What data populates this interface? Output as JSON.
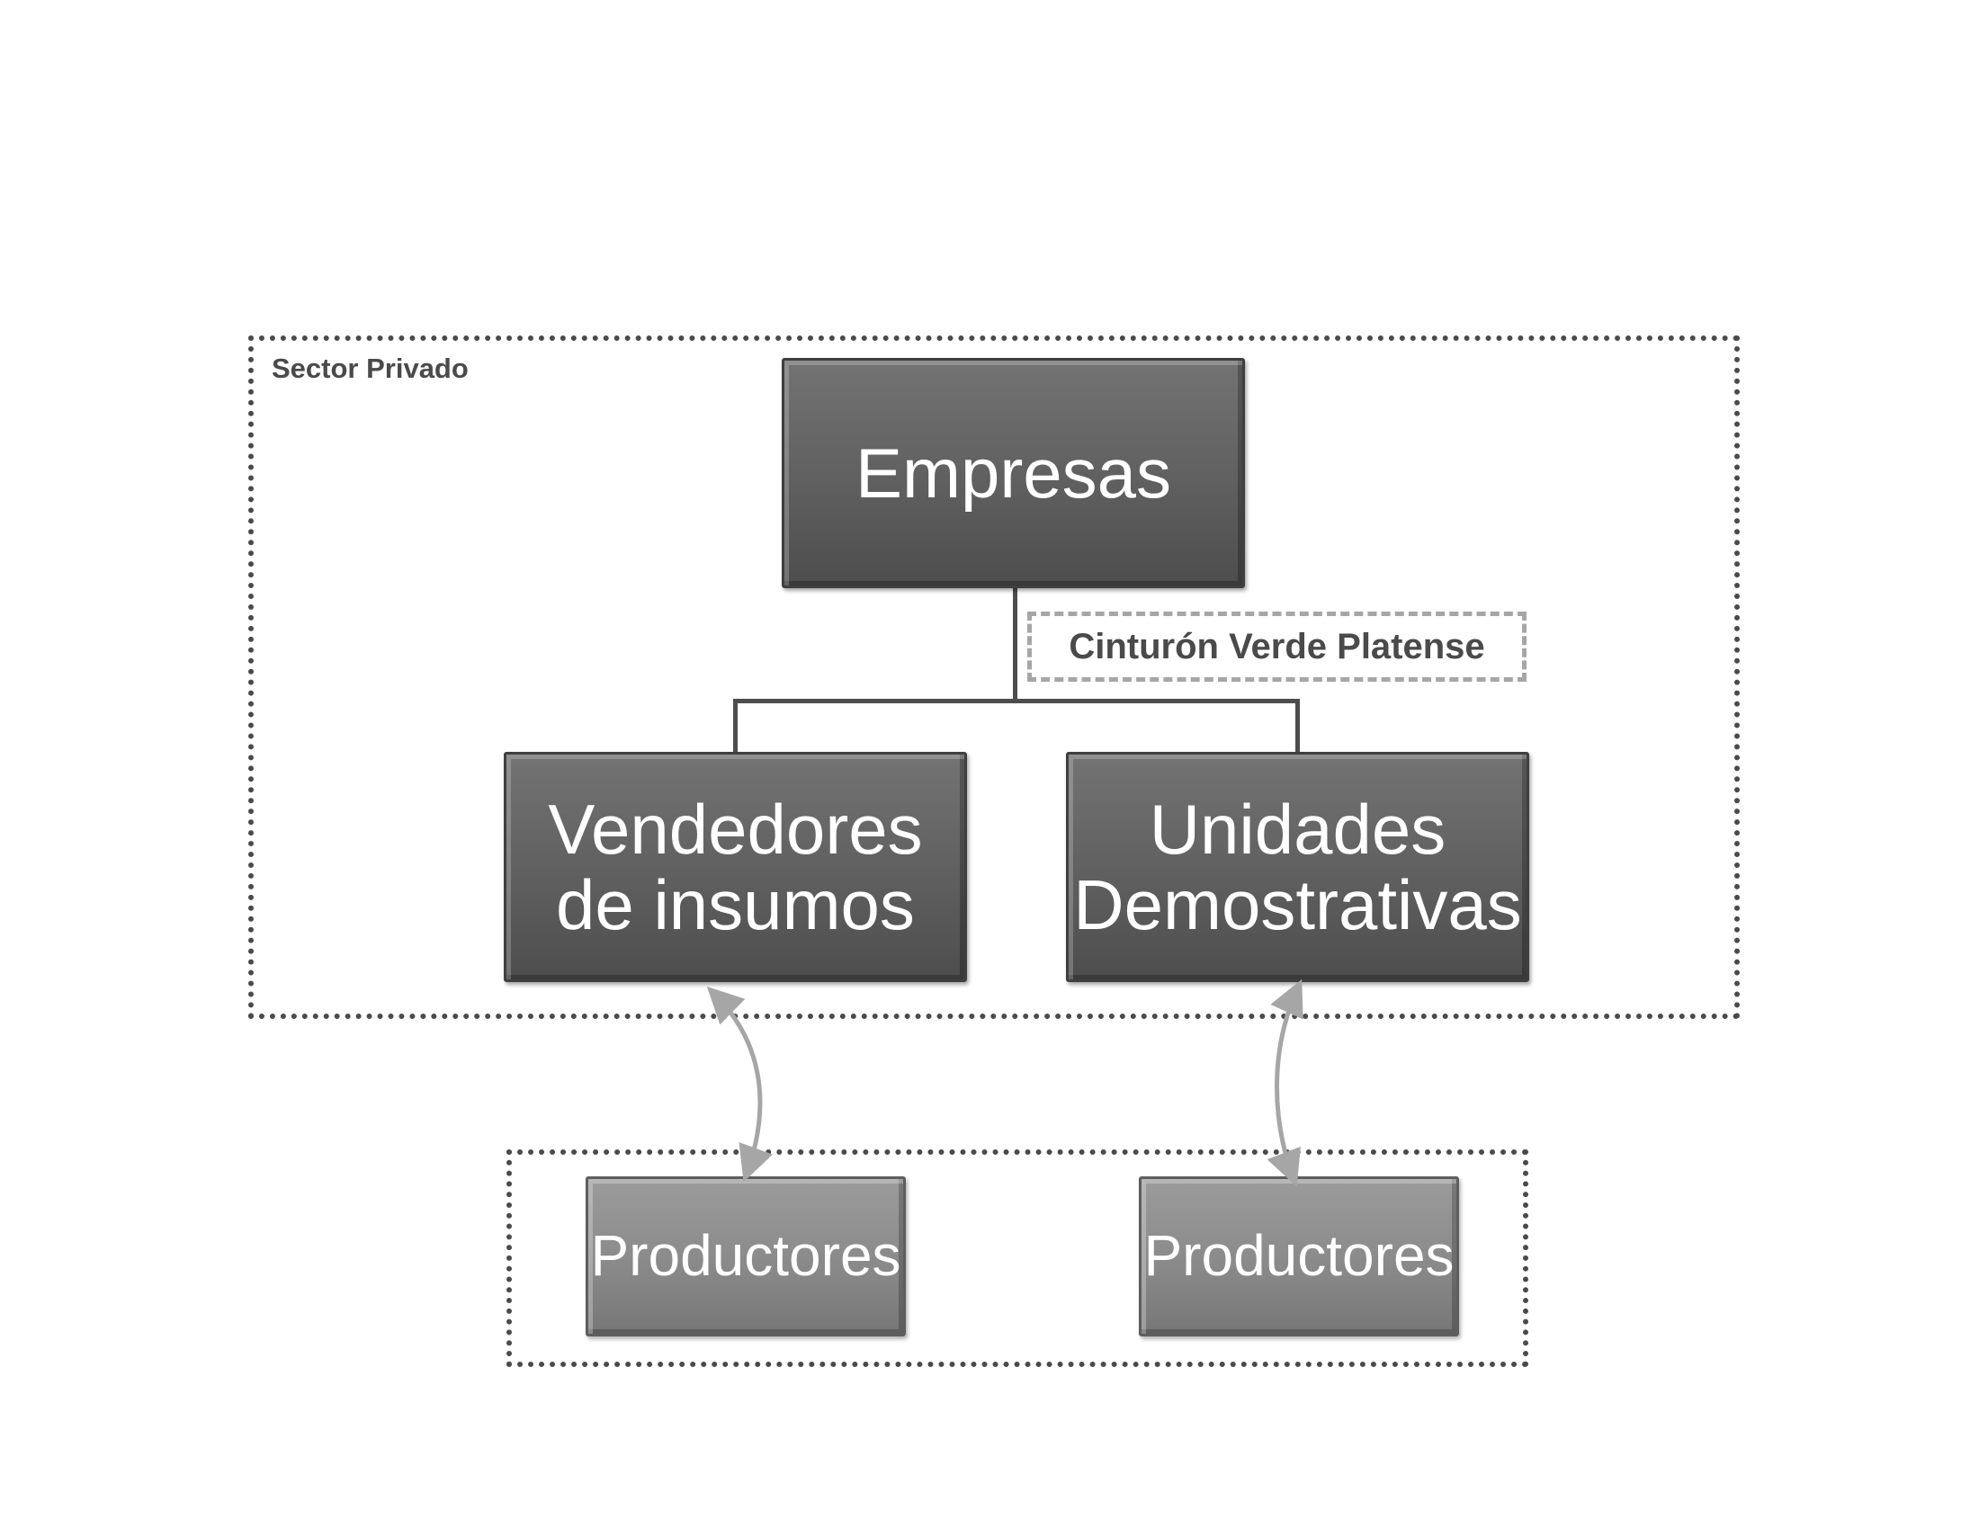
{
  "groups": {
    "private_sector_label": "Sector Privado"
  },
  "nodes": {
    "empresas": "Empresas",
    "vendedores_line1": "Vendedores",
    "vendedores_line2": "de insumos",
    "unidades_line1": "Unidades",
    "unidades_line2": "Demostrativas",
    "productores_left": "Productores",
    "productores_right": "Productores"
  },
  "annotation": {
    "program_label": "Cinturón Verde Platense"
  },
  "colors": {
    "dark_box": "#5f5f5f",
    "light_box": "#8a8a8a",
    "dotted_border": "#4a4a4a",
    "dashed_border": "#a6a6a6",
    "arrow": "#a6a6a6"
  }
}
